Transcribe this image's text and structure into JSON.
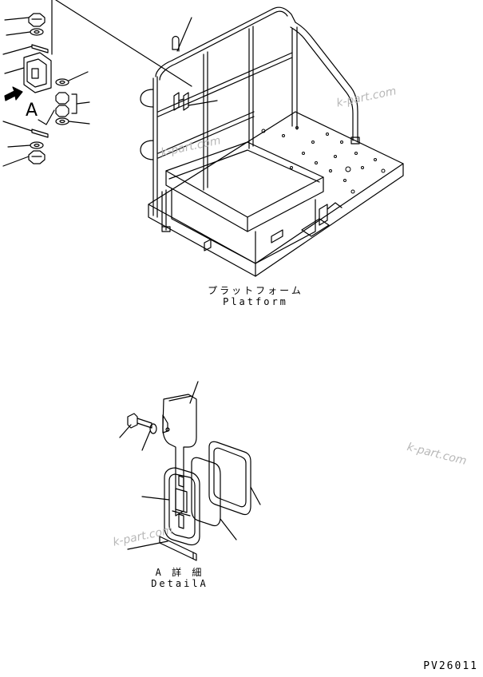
{
  "platform_caption": {
    "jp": "プラットフォーム",
    "en": "Platform"
  },
  "detail_caption": {
    "jp": "A 詳 細",
    "en": "DetailA"
  },
  "view_marker": "A",
  "drawing_code": "PV26011",
  "watermarks": [
    "k-part.com",
    "k-part.com",
    "k-part.com",
    "k-part.com"
  ]
}
